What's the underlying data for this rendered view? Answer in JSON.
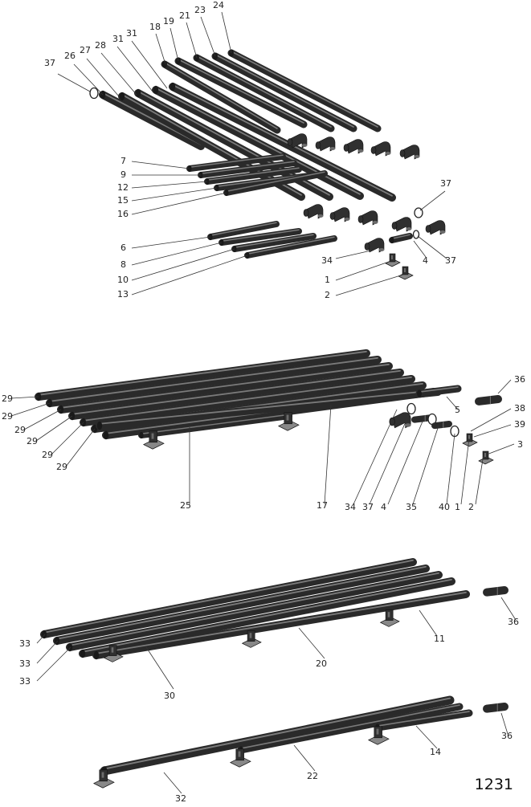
{
  "drawing_number": "1231",
  "callouts": {
    "group1": [
      "37",
      "26",
      "27",
      "28",
      "31",
      "31",
      "18",
      "19",
      "21",
      "23",
      "24",
      "7",
      "9",
      "12",
      "15",
      "16",
      "6",
      "8",
      "10",
      "13",
      "37",
      "34",
      "4",
      "37",
      "1",
      "2"
    ],
    "group2": [
      "29",
      "29",
      "29",
      "29",
      "29",
      "29",
      "25",
      "17",
      "34",
      "37",
      "4",
      "35",
      "40",
      "1",
      "2",
      "36",
      "38",
      "39",
      "3",
      "5"
    ],
    "group3": [
      "33",
      "33",
      "33",
      "30",
      "20",
      "11",
      "36"
    ],
    "group4": [
      "32",
      "22",
      "14",
      "36"
    ]
  }
}
